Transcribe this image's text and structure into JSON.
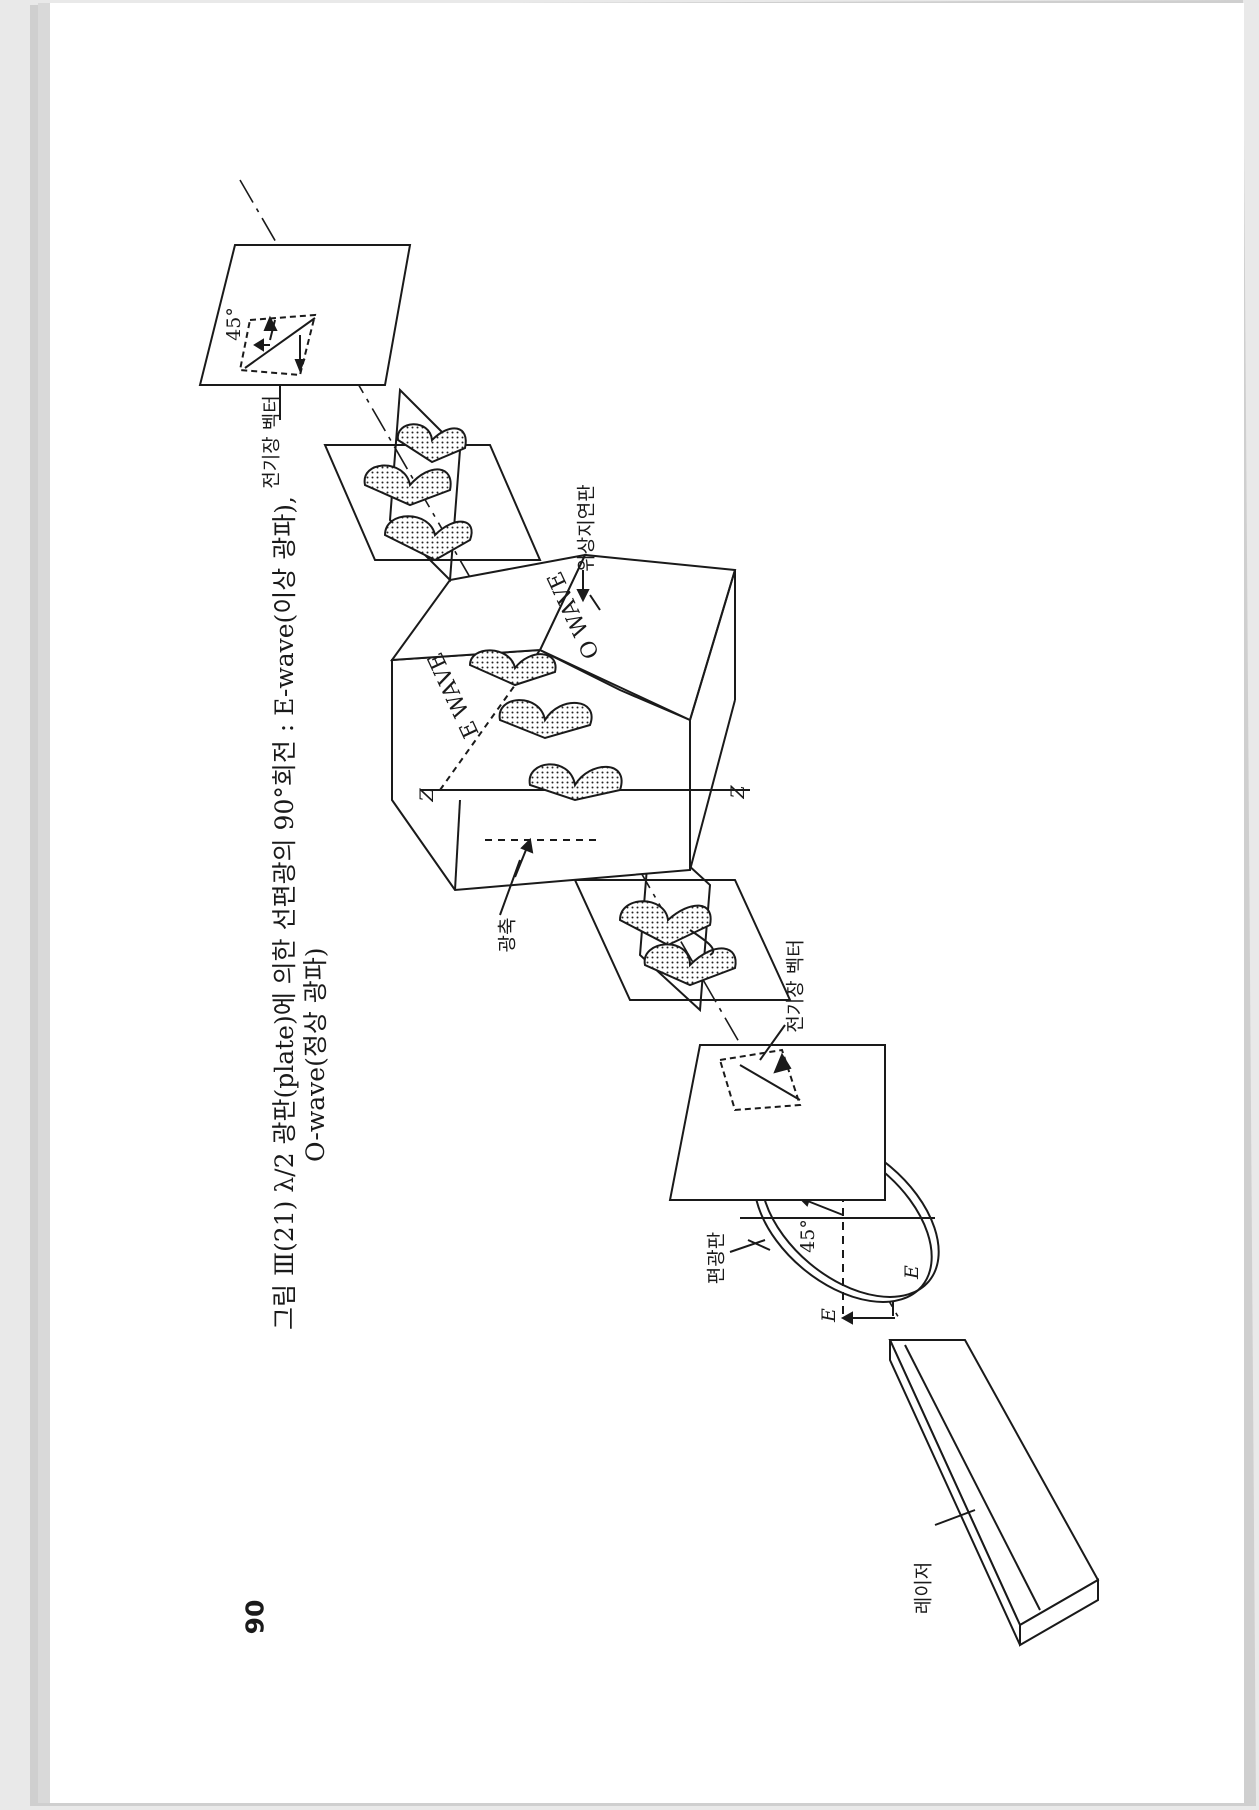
{
  "page": {
    "number": "90",
    "caption_line1": "그림 Ⅲ(21)  λ/2 광판(plate)에 의한  선편광의 90°회전 : E-wave(이상 광파),",
    "caption_line2": "O-wave(정상 광파)"
  },
  "labels": {
    "laser": "레이저",
    "polarizer": "편광판",
    "angle_polarizer": "45°",
    "angle_output": "45°",
    "e_field_input": "E",
    "e_field_axis": "E",
    "efield_vector_1": "전기장 벡터",
    "efield_vector_2": "전기장 벡터",
    "optic_axis": "광축",
    "z_left": "Z",
    "z_right": "Z",
    "e_wave": "E WAVE",
    "o_wave": "O WAVE",
    "retarder_plate": "위상지연판"
  },
  "colors": {
    "paper": "#ffffff",
    "ink": "#1a1a1a",
    "background": "#e9e9e9"
  }
}
